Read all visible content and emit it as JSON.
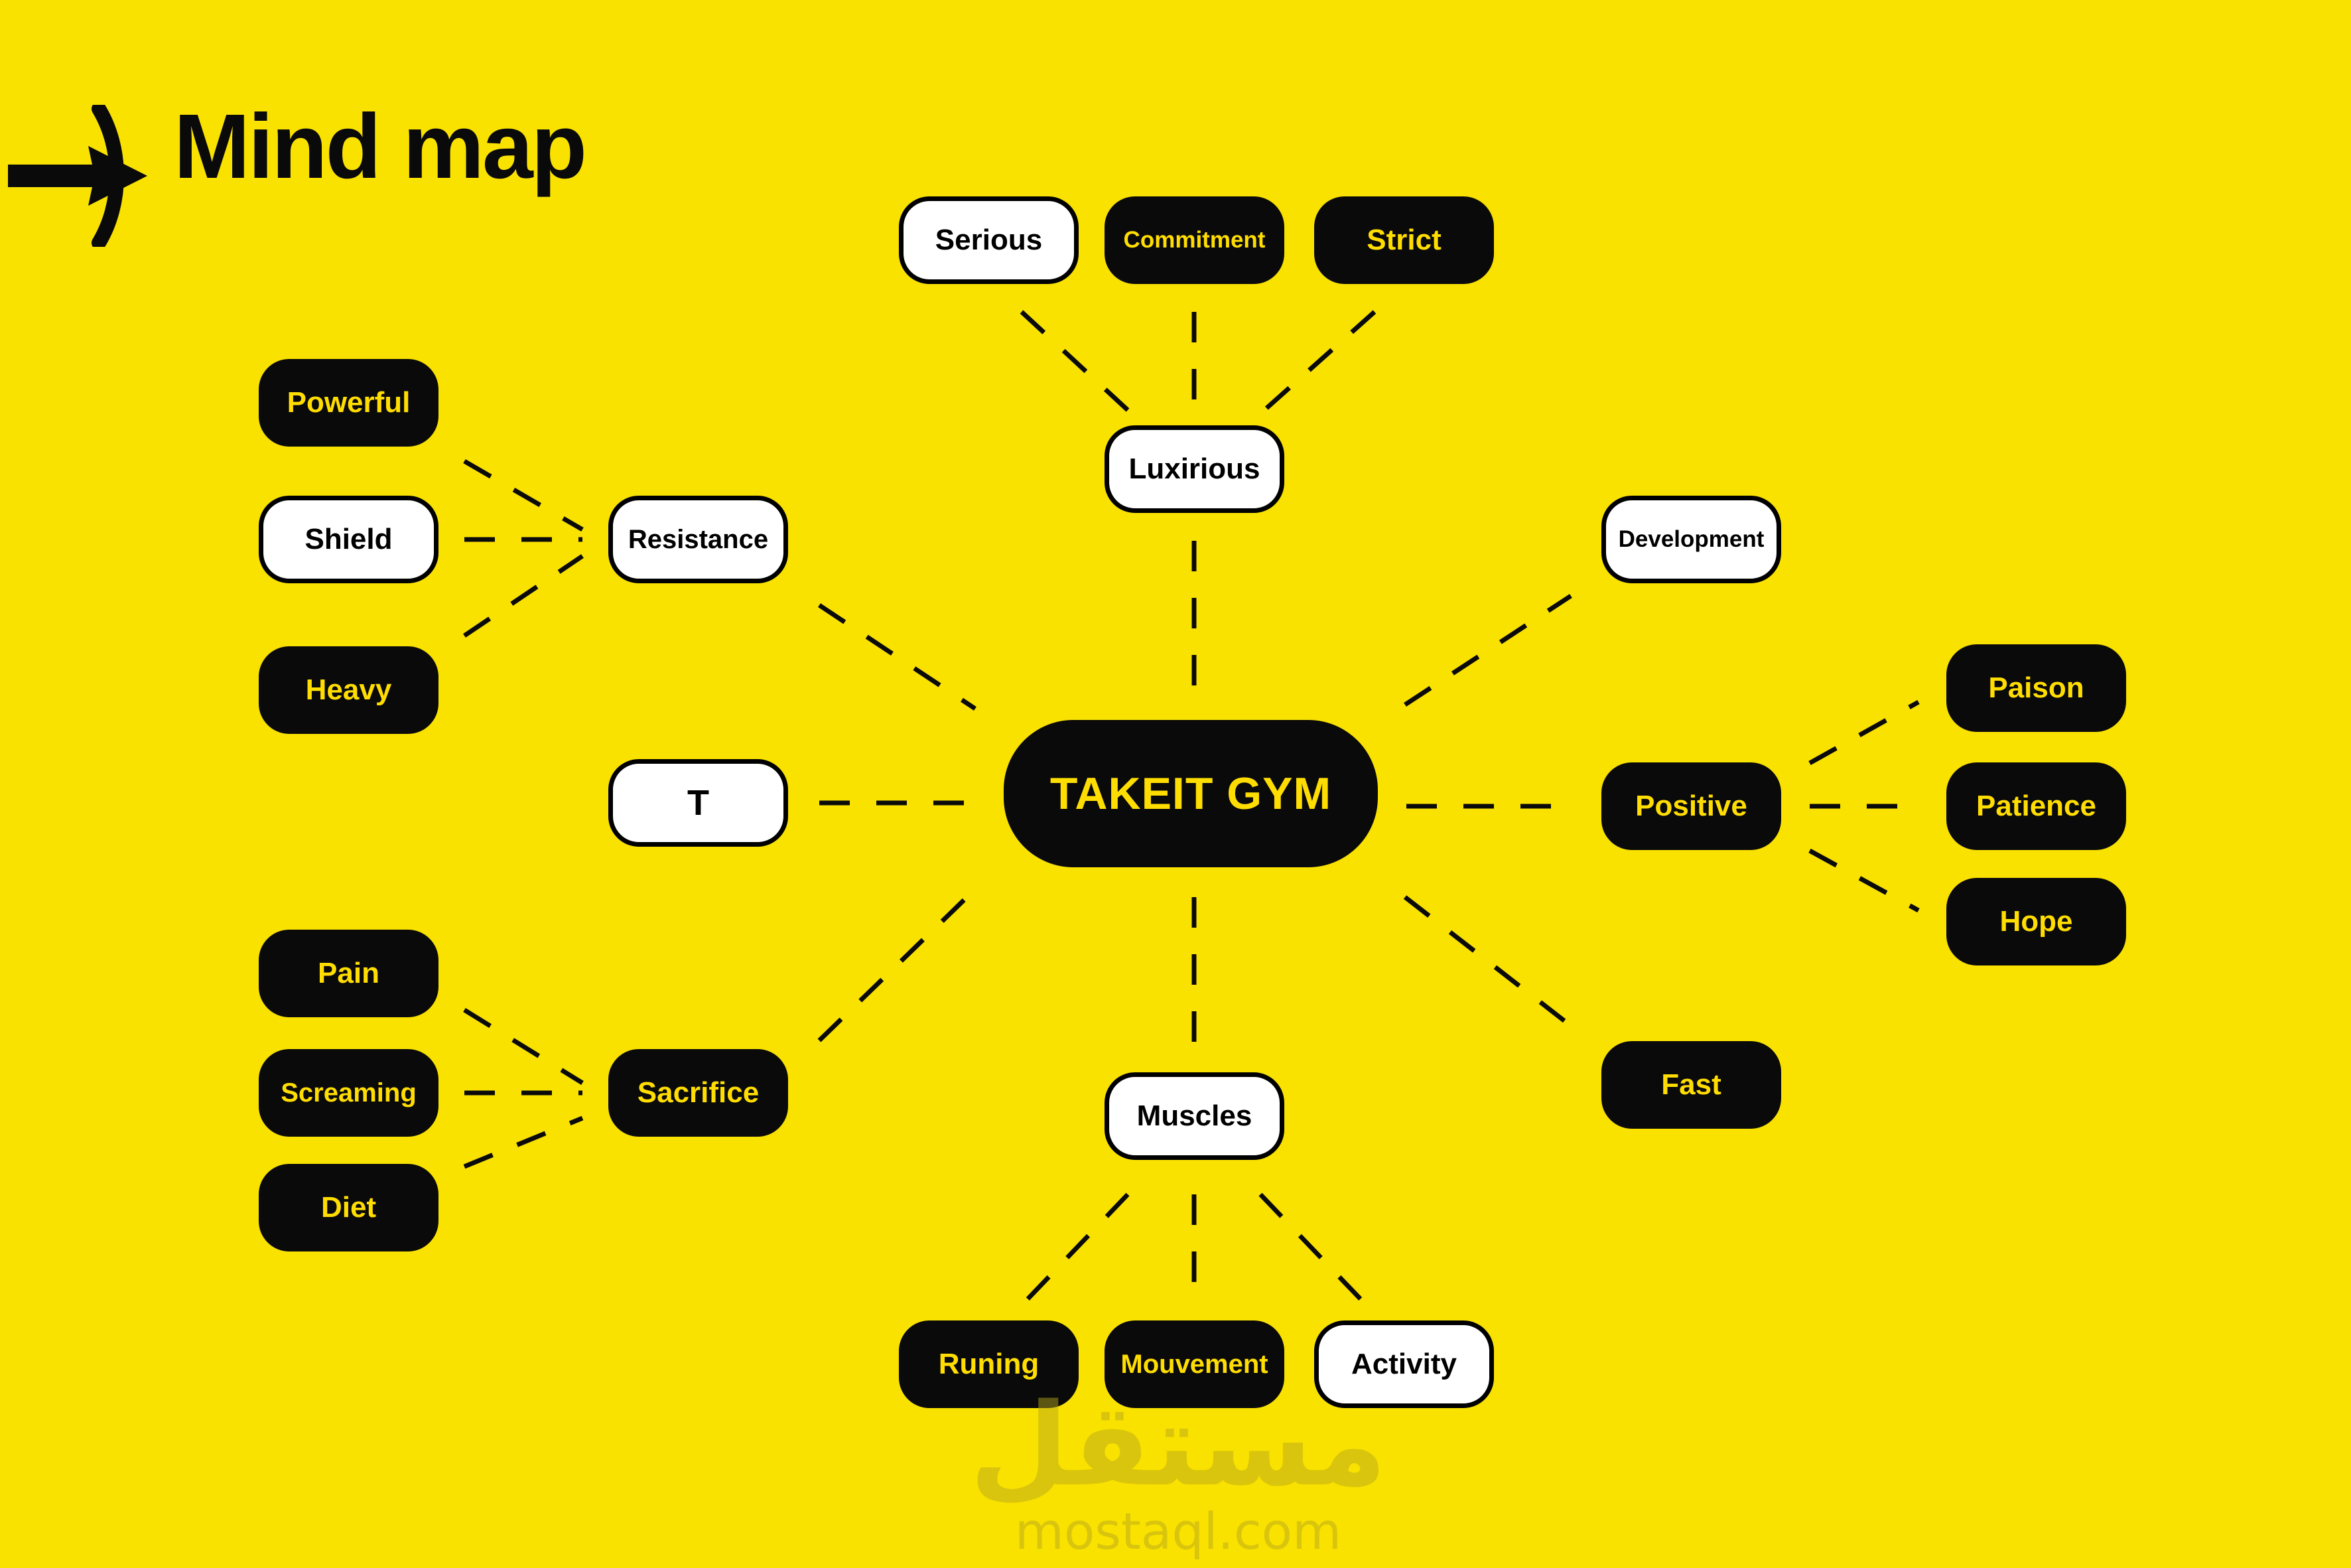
{
  "title": "Mind map",
  "colors": {
    "background": "#F9E100",
    "node_black": "#0A0A0A",
    "node_white": "#FFFFFF",
    "yellow_text": "#FFDD00",
    "black_text": "#000000"
  },
  "center_node": {
    "label": "TAKEIT GYM",
    "variant": "black"
  },
  "nodes": {
    "serious": {
      "label": "Serious",
      "variant": "white"
    },
    "commitment": {
      "label": "Commitment",
      "variant": "black"
    },
    "strict": {
      "label": "Strict",
      "variant": "black"
    },
    "luxirious": {
      "label": "Luxirious",
      "variant": "white"
    },
    "powerful": {
      "label": "Powerful",
      "variant": "black"
    },
    "shield": {
      "label": "Shield",
      "variant": "white"
    },
    "heavy": {
      "label": "Heavy",
      "variant": "black"
    },
    "resistance": {
      "label": "Resistance",
      "variant": "white"
    },
    "t": {
      "label": "T",
      "variant": "white"
    },
    "development": {
      "label": "Development",
      "variant": "white"
    },
    "positive": {
      "label": "Positive",
      "variant": "black"
    },
    "paison": {
      "label": "Paison",
      "variant": "black"
    },
    "patience": {
      "label": "Patience",
      "variant": "black"
    },
    "hope": {
      "label": "Hope",
      "variant": "black"
    },
    "fast": {
      "label": "Fast",
      "variant": "black"
    },
    "pain": {
      "label": "Pain",
      "variant": "black"
    },
    "screaming": {
      "label": "Screaming",
      "variant": "black"
    },
    "diet": {
      "label": "Diet",
      "variant": "black"
    },
    "sacrifice": {
      "label": "Sacrifice",
      "variant": "black"
    },
    "muscles": {
      "label": "Muscles",
      "variant": "white"
    },
    "runing": {
      "label": "Runing",
      "variant": "black"
    },
    "mouvement": {
      "label": "Mouvement",
      "variant": "black"
    },
    "activity": {
      "label": "Activity",
      "variant": "white"
    }
  },
  "connections": [
    [
      "serious",
      "luxirious"
    ],
    [
      "commitment",
      "luxirious"
    ],
    [
      "strict",
      "luxirious"
    ],
    [
      "luxirious",
      "center"
    ],
    [
      "powerful",
      "resistance"
    ],
    [
      "shield",
      "resistance"
    ],
    [
      "heavy",
      "resistance"
    ],
    [
      "resistance",
      "center"
    ],
    [
      "t",
      "center"
    ],
    [
      "center",
      "development"
    ],
    [
      "center",
      "positive"
    ],
    [
      "center",
      "fast"
    ],
    [
      "positive",
      "paison"
    ],
    [
      "positive",
      "patience"
    ],
    [
      "positive",
      "hope"
    ],
    [
      "pain",
      "sacrifice"
    ],
    [
      "screaming",
      "sacrifice"
    ],
    [
      "diet",
      "sacrifice"
    ],
    [
      "sacrifice",
      "center"
    ],
    [
      "center",
      "muscles"
    ],
    [
      "muscles",
      "runing"
    ],
    [
      "muscles",
      "mouvement"
    ],
    [
      "muscles",
      "activity"
    ]
  ],
  "watermark": {
    "logo_text": "مستقل",
    "domain": "mostaql.com"
  }
}
